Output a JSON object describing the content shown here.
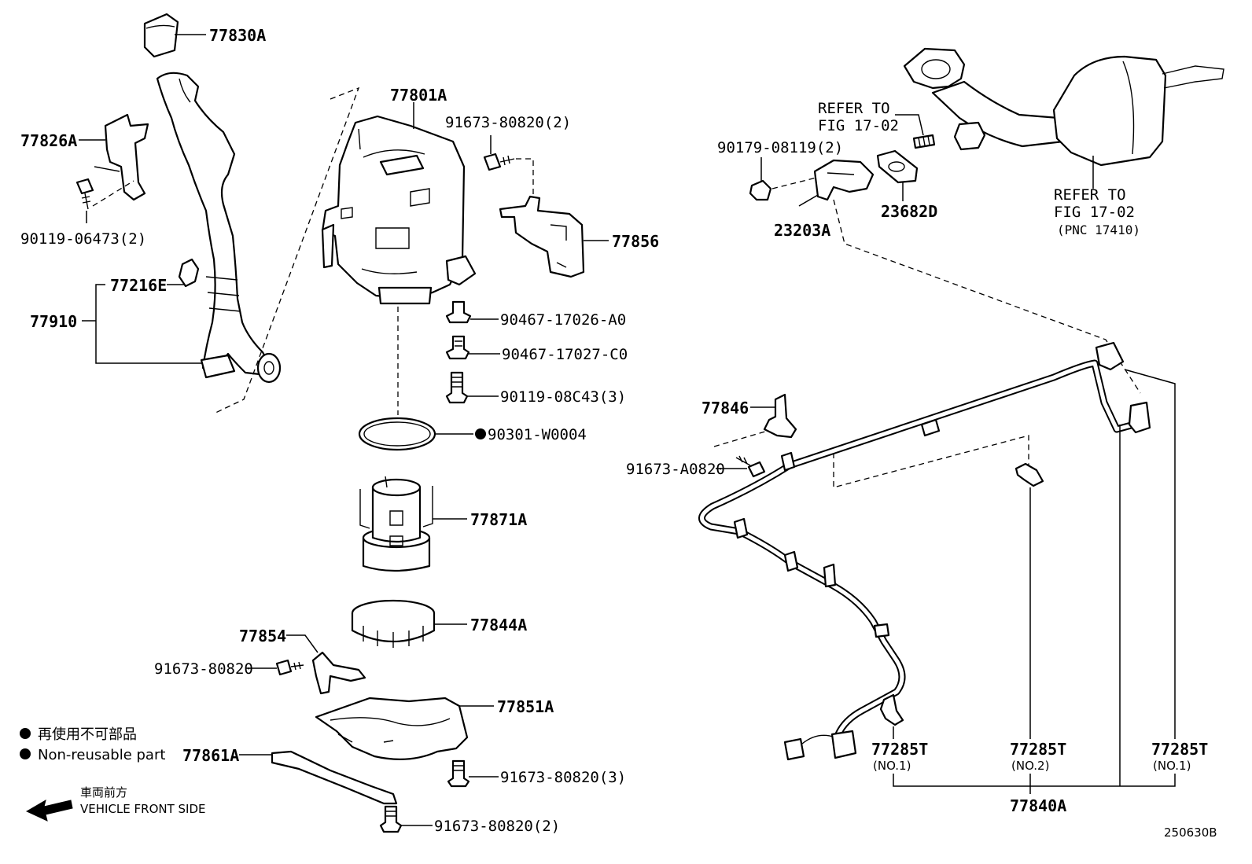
{
  "diagram_id": "250630B",
  "legend": {
    "non_reusable_jp": "再使用不可部品",
    "non_reusable_en": "Non-reusable part",
    "front_jp": "車両前方",
    "front_en": "VEHICLE FRONT SIDE"
  },
  "parts": {
    "p77830A": "77830A",
    "p77826A": "77826A",
    "p90119_06473": "90119-06473(2)",
    "p77216E": "77216E",
    "p77910": "77910",
    "p77801A": "77801A",
    "p91673_80820_2a": "91673-80820(2)",
    "p77856": "77856",
    "p90467_17026": "90467-17026-A0",
    "p90467_17027": "90467-17027-C0",
    "p90119_08C43": "90119-08C43(3)",
    "p90301_W0004": "90301-W0004",
    "p77871A": "77871A",
    "p77844A": "77844A",
    "p77854": "77854",
    "p91673_80820": "91673-80820",
    "p77851A": "77851A",
    "p77861A": "77861A",
    "p91673_80820_3": "91673-80820(3)",
    "p91673_80820_2b": "91673-80820(2)",
    "p90179_08119": "90179-08119(2)",
    "p23203A": "23203A",
    "p23682D": "23682D",
    "p77846": "77846",
    "p91673_A0820": "91673-A0820",
    "p77285T_1": "77285T",
    "p77285T_1_note": "(NO.1)",
    "p77285T_2": "77285T",
    "p77285T_2_note": "(NO.2)",
    "p77285T_3": "77285T",
    "p77285T_3_note": "(NO.1)",
    "p77840A": "77840A"
  },
  "refs": {
    "refer1_line1": "REFER TO",
    "refer1_line2": "FIG 17-02",
    "refer2_line1": "REFER TO",
    "refer2_line2": "FIG 17-02",
    "refer2_line3": "(PNC 17410)"
  }
}
